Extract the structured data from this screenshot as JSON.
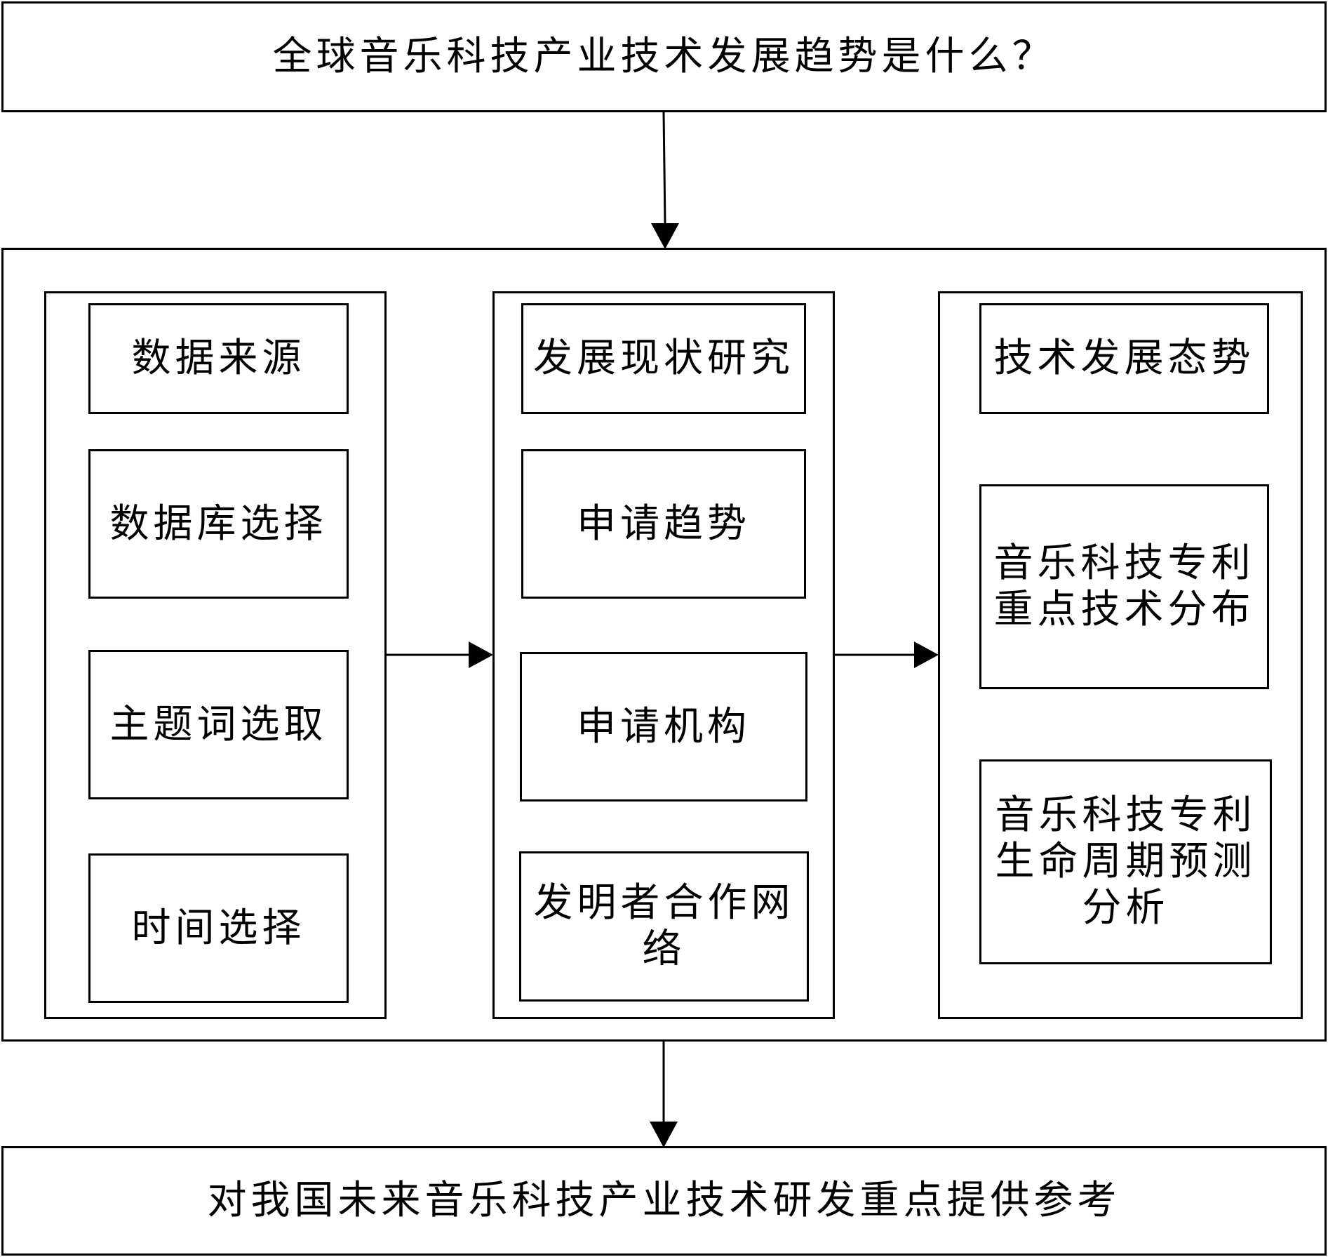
{
  "question": "全球音乐科技产业技术发展趋势是什么？",
  "conclusion": "对我国未来音乐科技产业技术研发重点提供参考",
  "columns": [
    {
      "items": [
        "数据来源",
        "数据库选择",
        "主题词选取",
        "时间选择"
      ]
    },
    {
      "items": [
        "发展现状研究",
        "申请趋势",
        "申请机构",
        "发明者合作网\n络"
      ]
    },
    {
      "items": [
        "技术发展态势",
        "音乐科技专利\n重点技术分布",
        "音乐科技专利\n生命周期预测\n分析"
      ]
    }
  ]
}
